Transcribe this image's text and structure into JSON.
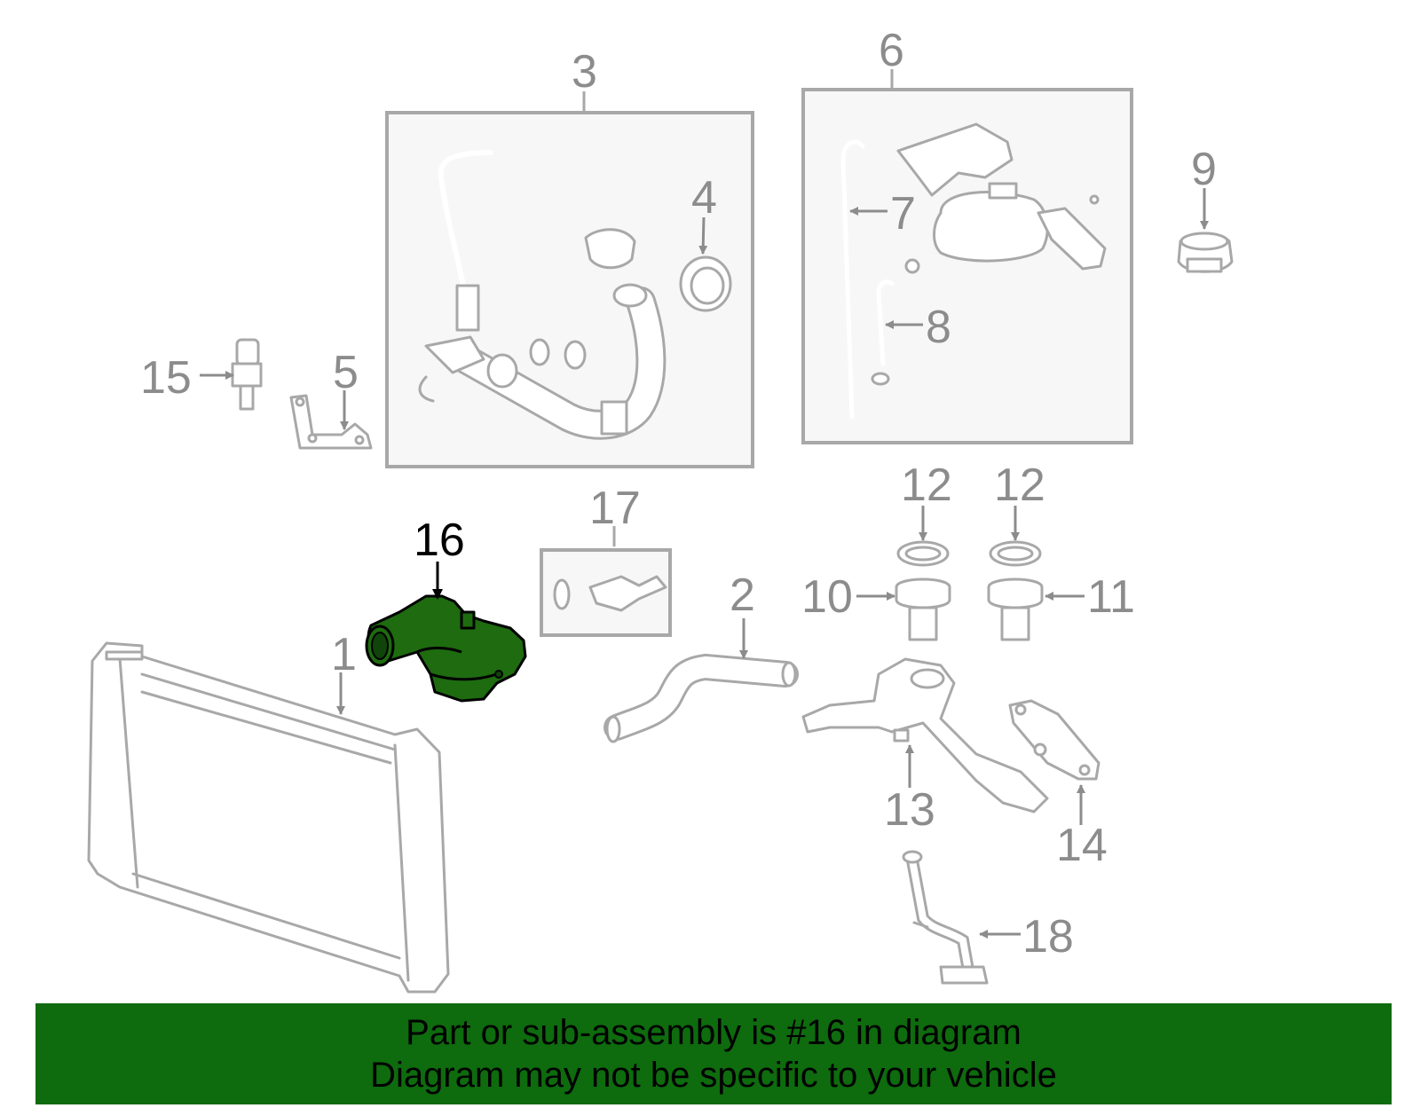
{
  "diagram": {
    "callouts": [
      "1",
      "2",
      "3",
      "4",
      "5",
      "6",
      "7",
      "8",
      "9",
      "10",
      "11",
      "12",
      "12",
      "13",
      "14",
      "15",
      "16",
      "17",
      "18"
    ],
    "highlighted_part": "16",
    "colors": {
      "highlight_fill": "#1e6b10",
      "banner": "#0e6b0e",
      "line": "#a8a8a8",
      "label": "#8c8c8c"
    }
  },
  "banner": {
    "line1": "Part or sub-assembly is #16 in diagram",
    "line2": "Diagram may not be specific to your vehicle"
  }
}
